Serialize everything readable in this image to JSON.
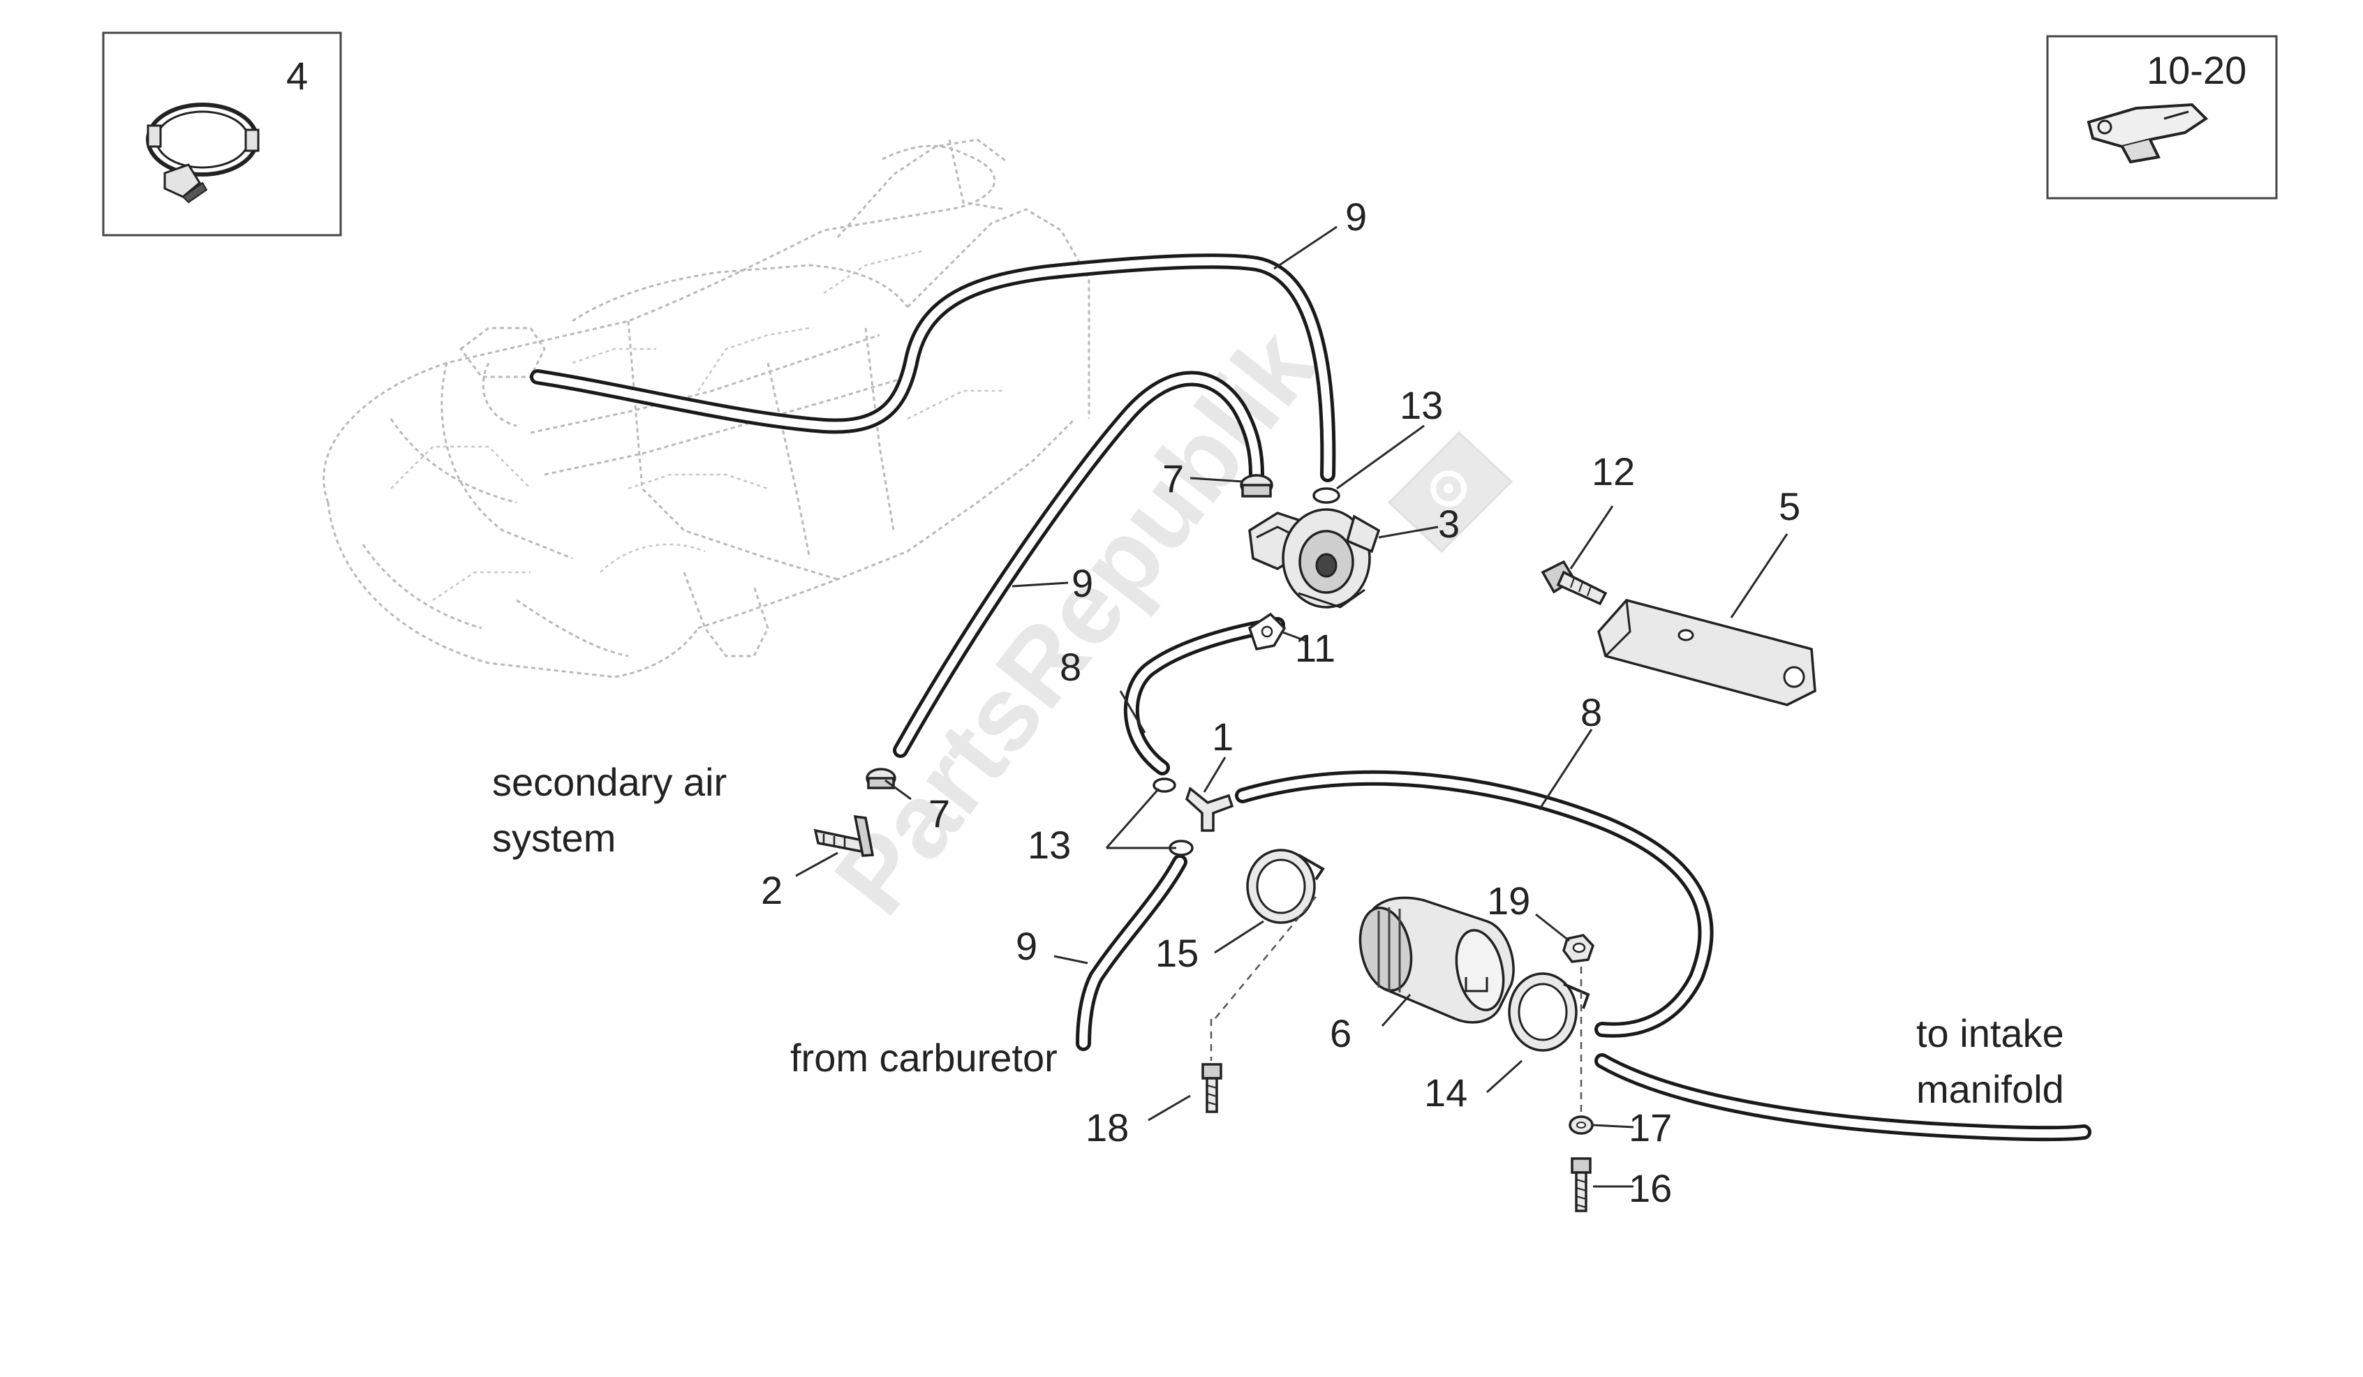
{
  "diagram": {
    "watermark": "PartsRepublik",
    "inset_left_label": "4",
    "inset_right_label": "10-20",
    "callouts": {
      "c1": "1",
      "c2": "2",
      "c3": "3",
      "c5": "5",
      "c6": "6",
      "c7a": "7",
      "c7b": "7",
      "c8a": "8",
      "c8b": "8",
      "c9a": "9",
      "c9b": "9",
      "c9c": "9",
      "c11": "11",
      "c12": "12",
      "c13a": "13",
      "c13b": "13",
      "c14": "14",
      "c15": "15",
      "c16": "16",
      "c17": "17",
      "c18": "18",
      "c19": "19"
    },
    "notes": {
      "secondary_line1": "secondary air",
      "secondary_line2": "system",
      "carburetor": "from carburetor",
      "intake_line1": "to intake",
      "intake_line2": "manifold"
    }
  }
}
